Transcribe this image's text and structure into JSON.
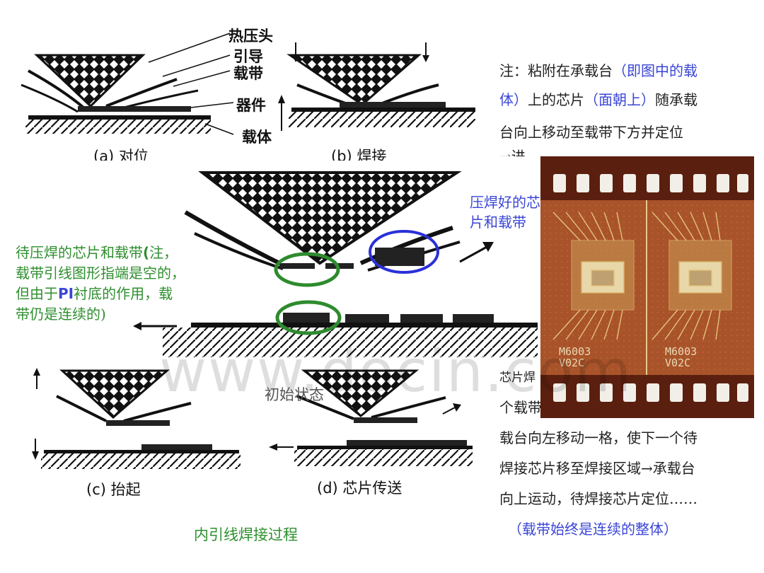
{
  "diagram_labels": {
    "hot_press_head": "热压头",
    "lead": "引导",
    "tape": "载带",
    "device": "器件",
    "carrier": "载体",
    "caption_a": "(a) 对位",
    "caption_b": "(b) 焊接",
    "caption_c": "(c) 抬起",
    "caption_d": "(d) 芯片传送",
    "initial_state": "初始状态"
  },
  "annotations": {
    "pending_chip_lines": [
      {
        "text": "待压焊的芯片和载带",
        "bold_part": "(",
        "rest": "注，"
      },
      {
        "text": "载带引线图形指端是空的，"
      },
      {
        "pre": "但由于",
        "bold_part": "PI",
        "post": "衬底的作用，载"
      },
      {
        "text": "带仍是连续的)"
      }
    ],
    "bonded_chip": "压焊好的芯片和载带"
  },
  "note_lines": [
    {
      "pre": "注：粘附在承载台",
      "blue": "（即图中的载"
    },
    {
      "blue_pre": "体）",
      "mid": "上的芯片",
      "blue": "（面朝上）",
      "post": "随承载"
    },
    {
      "text": "台向上移动至载带下方并定位"
    },
    {
      "text": "→进行焊接，载带焊接区与芯片"
    },
    {
      "text": "芯片焊接完毕后，承载台连同下一"
    },
    {
      "text": "个载带向左移动，承"
    },
    {
      "text": "载台向左移动一格，使下一个待"
    },
    {
      "text": "焊接芯片移至焊接区域→承载台"
    },
    {
      "text": "向上运动，待焊接芯片定位……"
    },
    {
      "blue": "（载带始终是连续的整体）"
    }
  ],
  "photo_labels": {
    "left_mark": "M6003",
    "left_sub": "V02C",
    "right_mark": "M6003",
    "right_sub": "V02C"
  },
  "caption_main": "内引线焊接过程",
  "watermark": "www.docin.com",
  "colors": {
    "blue_text": "#3a46d6",
    "green_text": "#2f8f2f",
    "ellipse_green": "#2e8b2e",
    "ellipse_blue": "#2a30d8",
    "copper": "#b05a2a",
    "gold": "#d8b66a"
  }
}
